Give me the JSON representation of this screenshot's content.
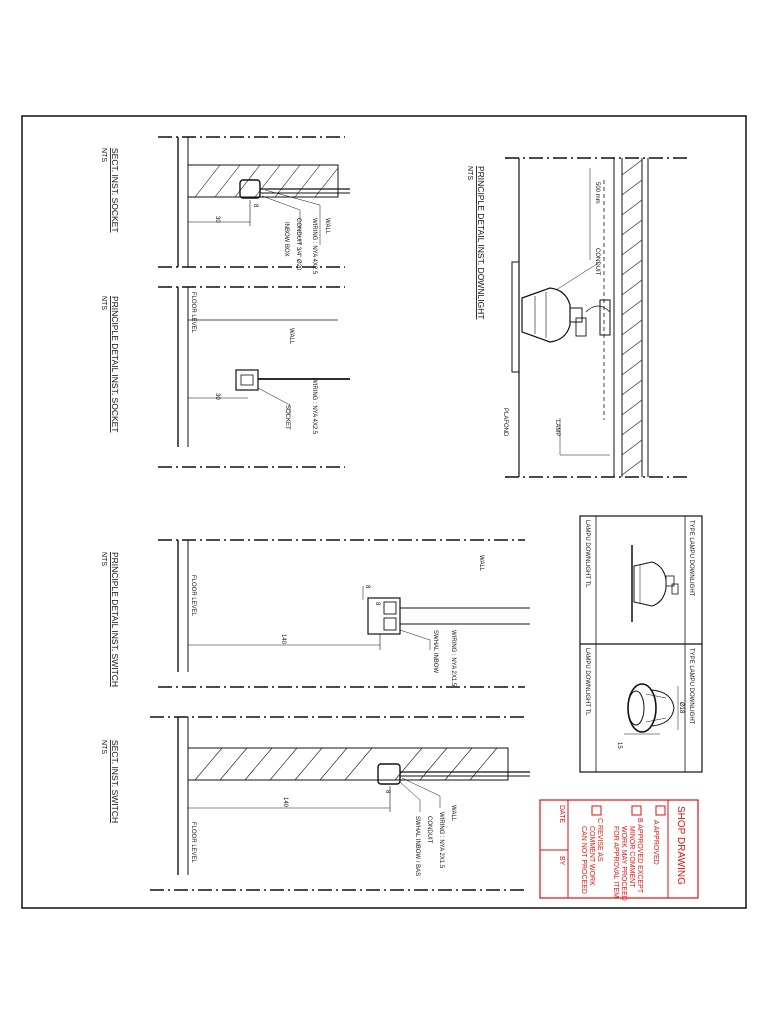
{
  "titles": {
    "sect_socket": "SECT. INST. SOCKET",
    "principle_socket": "PRINCIPLE DETAIL INST. SOCKET",
    "principle_downlight": "PRINCIPLE DETAIL INST. DOWNLIGHT",
    "principle_switch": "PRINCIPLE DETAIL INST. SWITCH",
    "sect_switch": "SECT. INST. SWITCH",
    "nts": "NTS"
  },
  "dimensions": {
    "d30": "30",
    "d140": "140",
    "d8": "8"
  },
  "labels": {
    "wall": "WALL",
    "socket": "SOCKET",
    "wiring_socket": "WIRING : NYA 4X2.5",
    "conduit_socket": "CONDUIT 3/4\" Ø20",
    "box_socket": "INBOW BOX",
    "wiring_switch": "WIRING : NYA 2X1.5",
    "swhal": "SWHAL  INBOW",
    "wiring_switch_sect": "WIRING : NYA 2X1.5",
    "conduit_switch": "CONDUIT",
    "swhal_sect": "SWHAL  INBOW / BAS",
    "floor": "FLOOR LEVEL",
    "conduit_dl": "CONDUIT",
    "dim_500": "500 mm",
    "lamp": "LAMP",
    "ceiling": "PLAFOND"
  },
  "types": {
    "type1_header": "TYPE LAMPU DOWNLIGHT",
    "type1_footer": "LAMPU DOWNLIGHT TL",
    "type2_header": "TYPE LAMPU DOWNLIGHT",
    "type2_footer": "LAMPU DOWNLIGHT TL",
    "type2_dim1": "Ø18",
    "type2_dim2": "15"
  },
  "stamp": {
    "title": "SHOP DRAWING",
    "a": "A   APPROVED",
    "b1": "B   APPROVED EXCEPT",
    "b2": "MINOR COMMENT",
    "b3": "WORK MAY PROCEED",
    "b4": "FOR APPROVAL ITEM",
    "c1": "C   REVISE AS",
    "c2": "COMMENT WORK",
    "c3": "CAN NOT PROCEED",
    "date": "DATE",
    "by": "BY"
  }
}
